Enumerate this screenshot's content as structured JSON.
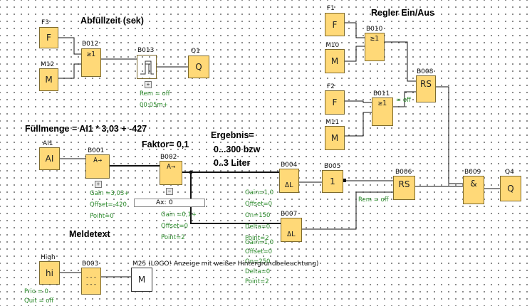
{
  "titles": {
    "abfuellzeit": "Abfüllzeit (sek)",
    "regler": "Regler Ein/Aus",
    "fuellmenge": "Füllmenge = AI1 * 3,03 +  -427",
    "faktor": "Faktor= 0,1",
    "ergebnis1": "Ergebnis=",
    "ergebnis2": "0...300 bzw",
    "ergebnis3": "0..3 Liter",
    "meldetext": "Meldetext"
  },
  "blocks": {
    "F3": {
      "name": "F3",
      "symbol": "F"
    },
    "M12": {
      "name": "M12",
      "symbol": "M"
    },
    "B012": {
      "name": "B012",
      "symbol": "≥1"
    },
    "B013": {
      "name": "B013",
      "symbol": ""
    },
    "Q1": {
      "name": "Q1",
      "symbol": "Q"
    },
    "F1": {
      "name": "F1",
      "symbol": "F"
    },
    "M10": {
      "name": "M10",
      "symbol": "M"
    },
    "B010": {
      "name": "B010",
      "symbol": "≥1"
    },
    "F2": {
      "name": "F2",
      "symbol": "F"
    },
    "M11": {
      "name": "M11",
      "symbol": "M"
    },
    "B011": {
      "name": "B011",
      "symbol": "≥1"
    },
    "B008": {
      "name": "B008",
      "symbol": "RS"
    },
    "AI1": {
      "name": "AI1",
      "symbol": "AI"
    },
    "B001": {
      "name": "B001",
      "symbol": "A→"
    },
    "B002": {
      "name": "B002",
      "symbol": "A→"
    },
    "B004": {
      "name": "B004",
      "symbol": "ΔL"
    },
    "B005": {
      "name": "B005",
      "symbol": "1"
    },
    "B006": {
      "name": "B006",
      "symbol": "RS"
    },
    "B009": {
      "name": "B009",
      "symbol": "&"
    },
    "Q4": {
      "name": "Q4",
      "symbol": "Q"
    },
    "B007": {
      "name": "B007",
      "symbol": "ΔL"
    },
    "High": {
      "name": "High",
      "symbol": "hi"
    },
    "B003": {
      "name": "B003",
      "symbol": "--- ---"
    },
    "M25": {
      "name": "M25 (LOGO! Anzeige mit weißer Hintergrundbeleuchtung)",
      "symbol": "M"
    }
  },
  "params": {
    "b013_rem": "Rem = off",
    "b013_time": "00:05m+",
    "b011_rem": "= off",
    "b001_gain": "Gain =3,03+",
    "b001_offset": "Offset=-420",
    "b001_point": "Point=0",
    "b002_gain": "Gain =0,1+",
    "b002_offset": "Offset=0",
    "b002_point": "Point=2",
    "ax_label": "Ax:",
    "ax_value": "0",
    "b004_gain": "Gain=1,0",
    "b004_offset": "Offset=0",
    "b004_on": "On=150",
    "b004_delta": "Delta=0",
    "b004_point": "Point=2",
    "b006_rem": "Rem = off",
    "b007_gain": "Gain=1,0",
    "b007_offset": "Offset=0",
    "b007_on": "On=250",
    "b007_delta": "Delta=0",
    "b007_point": "Point=2",
    "high_prio": "Prio = 0",
    "high_quit": "Quit = off"
  }
}
